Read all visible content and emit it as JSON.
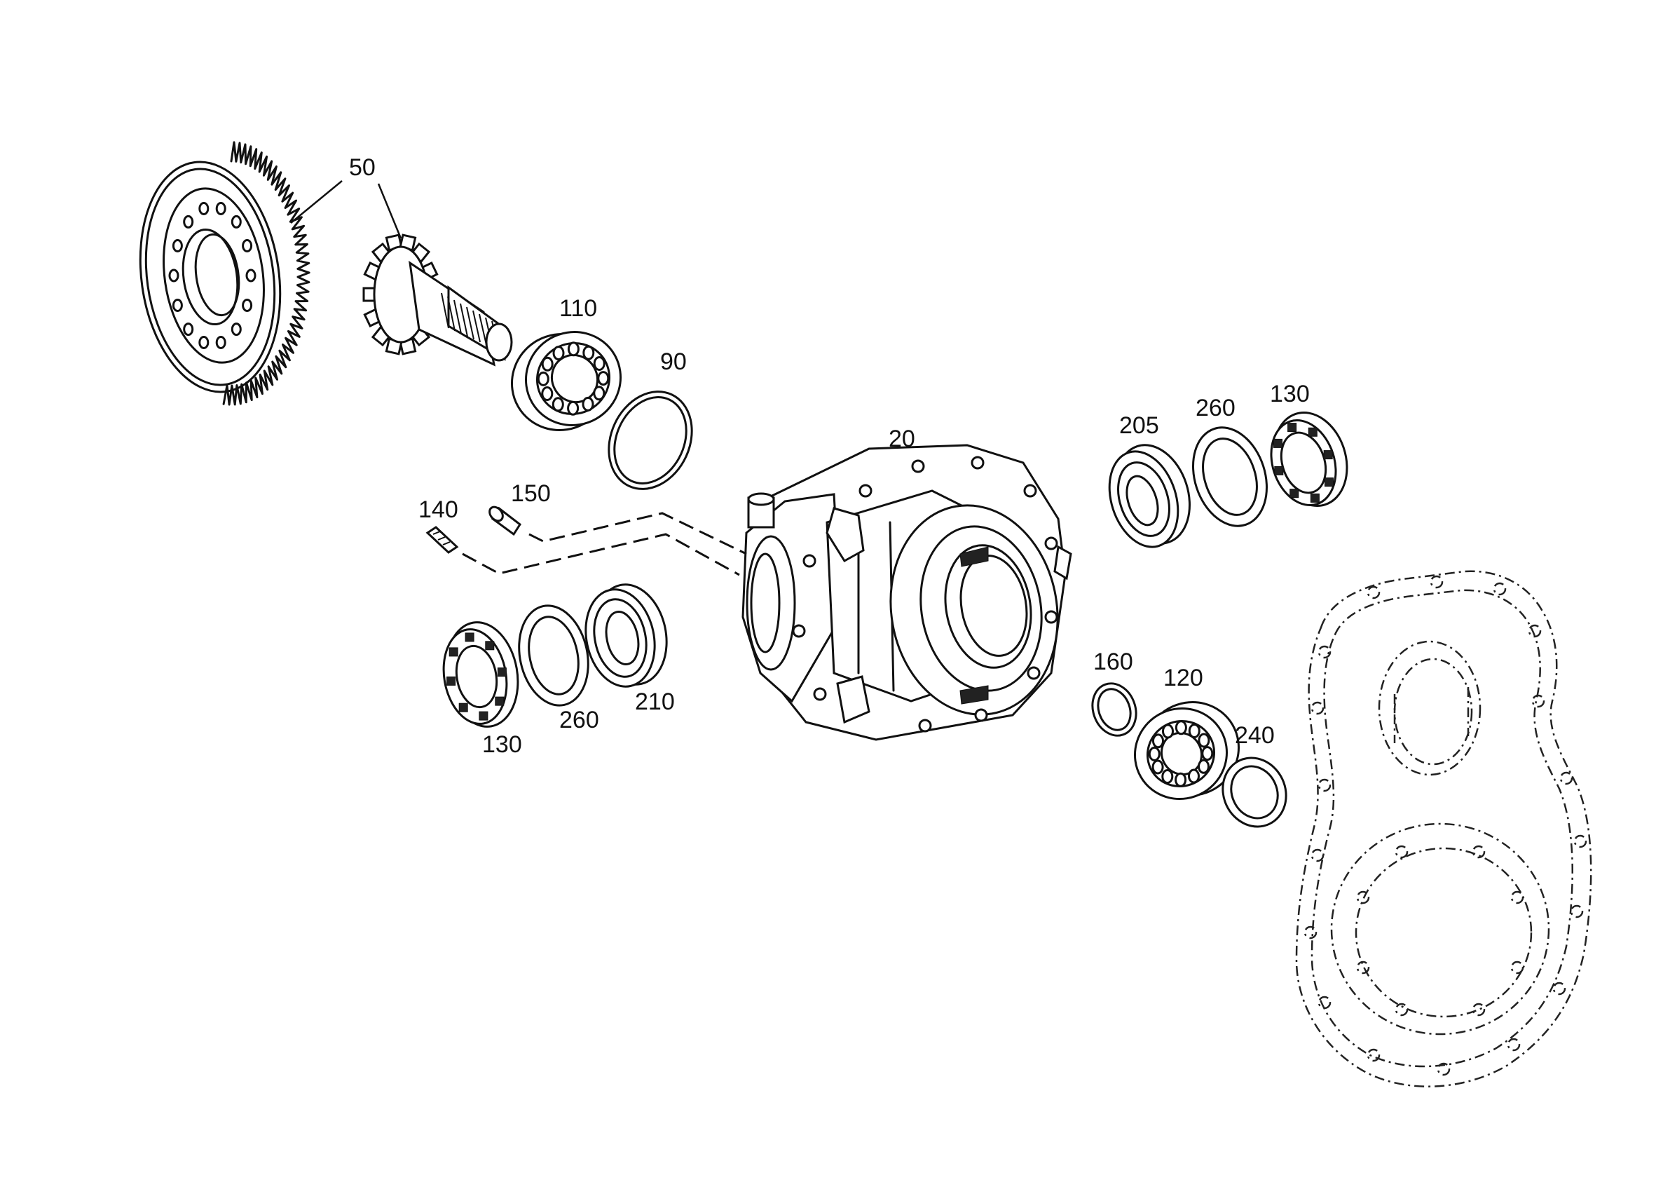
{
  "labels": {
    "l50": "50",
    "l110": "110",
    "l90": "90",
    "l20": "20",
    "l205": "205",
    "l260a": "260",
    "l130a": "130",
    "l140": "140",
    "l150": "150",
    "l210": "210",
    "l260b": "260",
    "l130b": "130",
    "l160": "160",
    "l120": "120",
    "l240": "240"
  }
}
